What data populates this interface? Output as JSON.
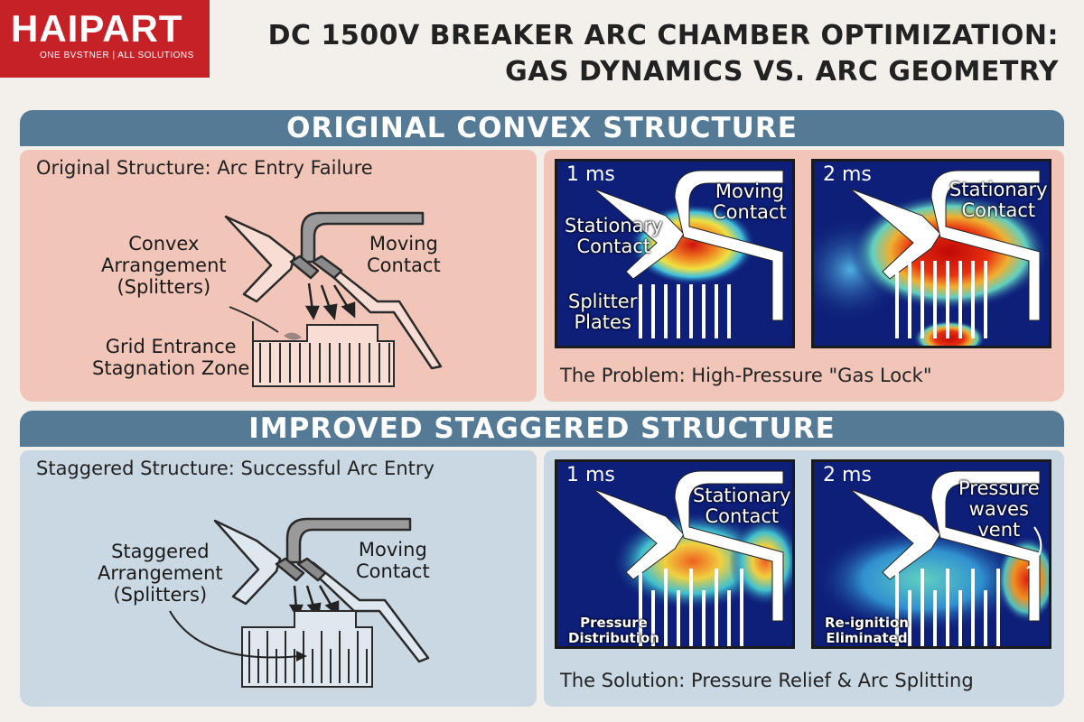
{
  "logo": {
    "brand": "HAIPART",
    "tagline": "ONE BVSTNER | ALL SOLUTIONS"
  },
  "title": {
    "line1": "DC 1500V BREAKER ARC CHAMBER OPTIMIZATION:",
    "line2": "GAS DYNAMICS VS. ARC GEOMETRY"
  },
  "colors": {
    "brand_red": "#c62127",
    "banner": "#547a96",
    "warm_panel": "#f1c5b8",
    "cool_panel": "#c9d8e2",
    "sim_bg": "#0e1f7a"
  },
  "original": {
    "banner": "ORIGINAL CONVEX STRUCTURE",
    "left": {
      "title": "Original Structure: Arc Entry Failure",
      "labels": {
        "convex_1": "Convex",
        "convex_2": "Arrangement",
        "convex_3": "(Splitters)",
        "moving_1": "Moving",
        "moving_2": "Contact",
        "grid_1": "Grid Entrance",
        "grid_2": "Stagnation Zone"
      }
    },
    "right": {
      "sim1": {
        "time": "1 ms",
        "moving_1": "Moving",
        "moving_2": "Contact",
        "stationary_1": "Stationary",
        "stationary_2": "Contact",
        "splitter_1": "Splitter",
        "splitter_2": "Plates"
      },
      "sim2": {
        "time": "2 ms",
        "stationary_1": "Stationary",
        "stationary_2": "Contact"
      },
      "caption": "The Problem: High-Pressure \"Gas Lock\""
    }
  },
  "improved": {
    "banner": "IMPROVED STAGGERED STRUCTURE",
    "left": {
      "title": "Staggered Structure: Successful Arc Entry",
      "labels": {
        "stag_1": "Staggered",
        "stag_2": "Arrangement",
        "stag_3": "(Splitters)",
        "moving_1": "Moving",
        "moving_2": "Contact"
      }
    },
    "right": {
      "sim1": {
        "time": "1 ms",
        "stationary_1": "Stationary",
        "stationary_2": "Contact",
        "pressure_1": "Pressure",
        "pressure_2": "Distribution"
      },
      "sim2": {
        "time": "2 ms",
        "waves_1": "Pressure",
        "waves_2": "waves",
        "waves_3": "vent",
        "reig_1": "Re-ignition",
        "reig_2": "Eliminated"
      },
      "caption": "The Solution: Pressure Relief & Arc Splitting"
    }
  }
}
